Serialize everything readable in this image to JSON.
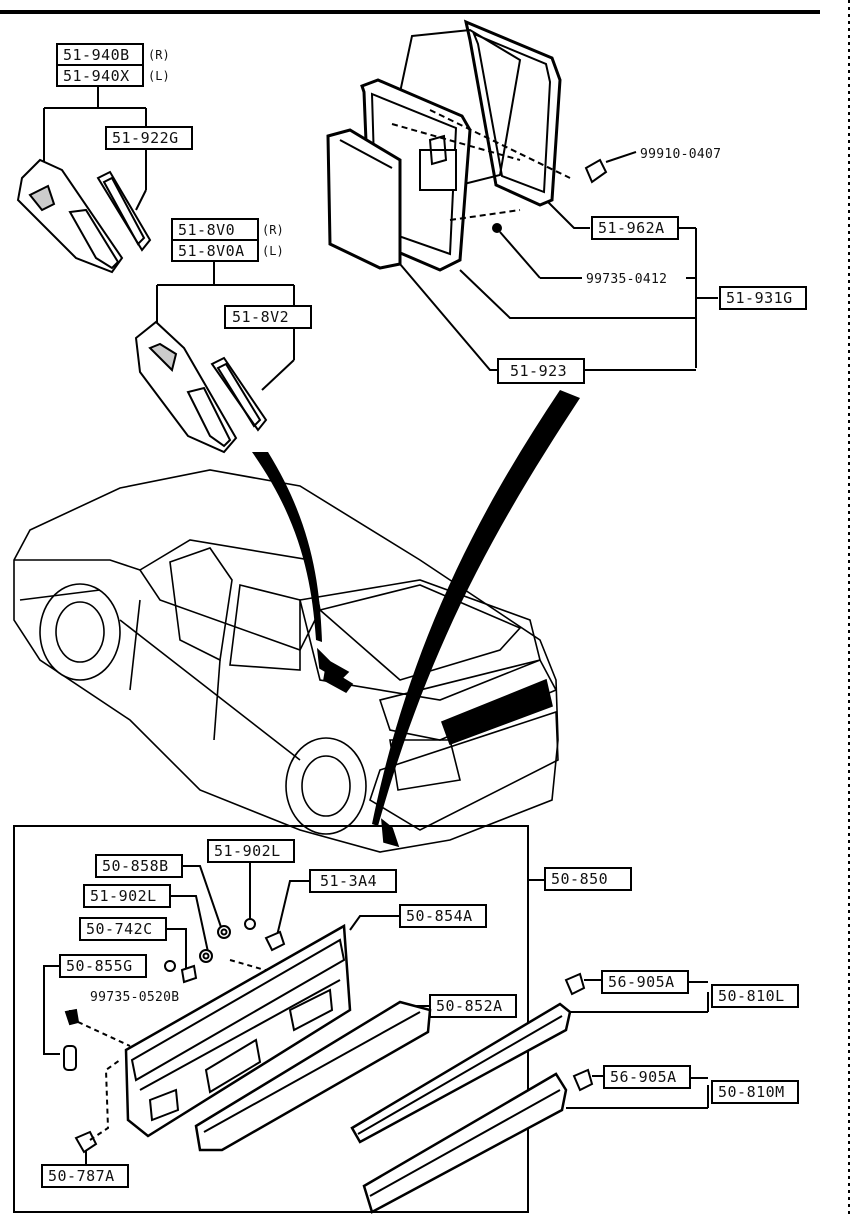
{
  "labels": {
    "l_51_940b": "51-940B",
    "l_51_940x": "51-940X",
    "r_side": "(R)",
    "l_side": "(L)",
    "l_51_922g": "51-922G",
    "l_51_8v0": "51-8V0",
    "l_51_8v0a": "51-8V0A",
    "l_51_8v2": "51-8V2",
    "l_99910_0407": "99910-0407",
    "l_51_962a": "51-962A",
    "l_99735_0412": "99735-0412",
    "l_51_931g": "51-931G",
    "l_51_923": "51-923",
    "l_50_858b": "50-858B",
    "l_51_902l_a": "51-902L",
    "l_51_902l_b": "51-902L",
    "l_51_3a4": "51-3A4",
    "l_50_850": "50-850",
    "l_50_854a": "50-854A",
    "l_50_742c": "50-742C",
    "l_50_855g": "50-855G",
    "l_99735_0520b": "99735-0520B",
    "l_50_852a": "50-852A",
    "l_56_905a_a": "56-905A",
    "l_50_810l": "50-810L",
    "l_56_905a_b": "56-905A",
    "l_50_810m": "50-810M",
    "l_50_787a": "50-787A"
  }
}
